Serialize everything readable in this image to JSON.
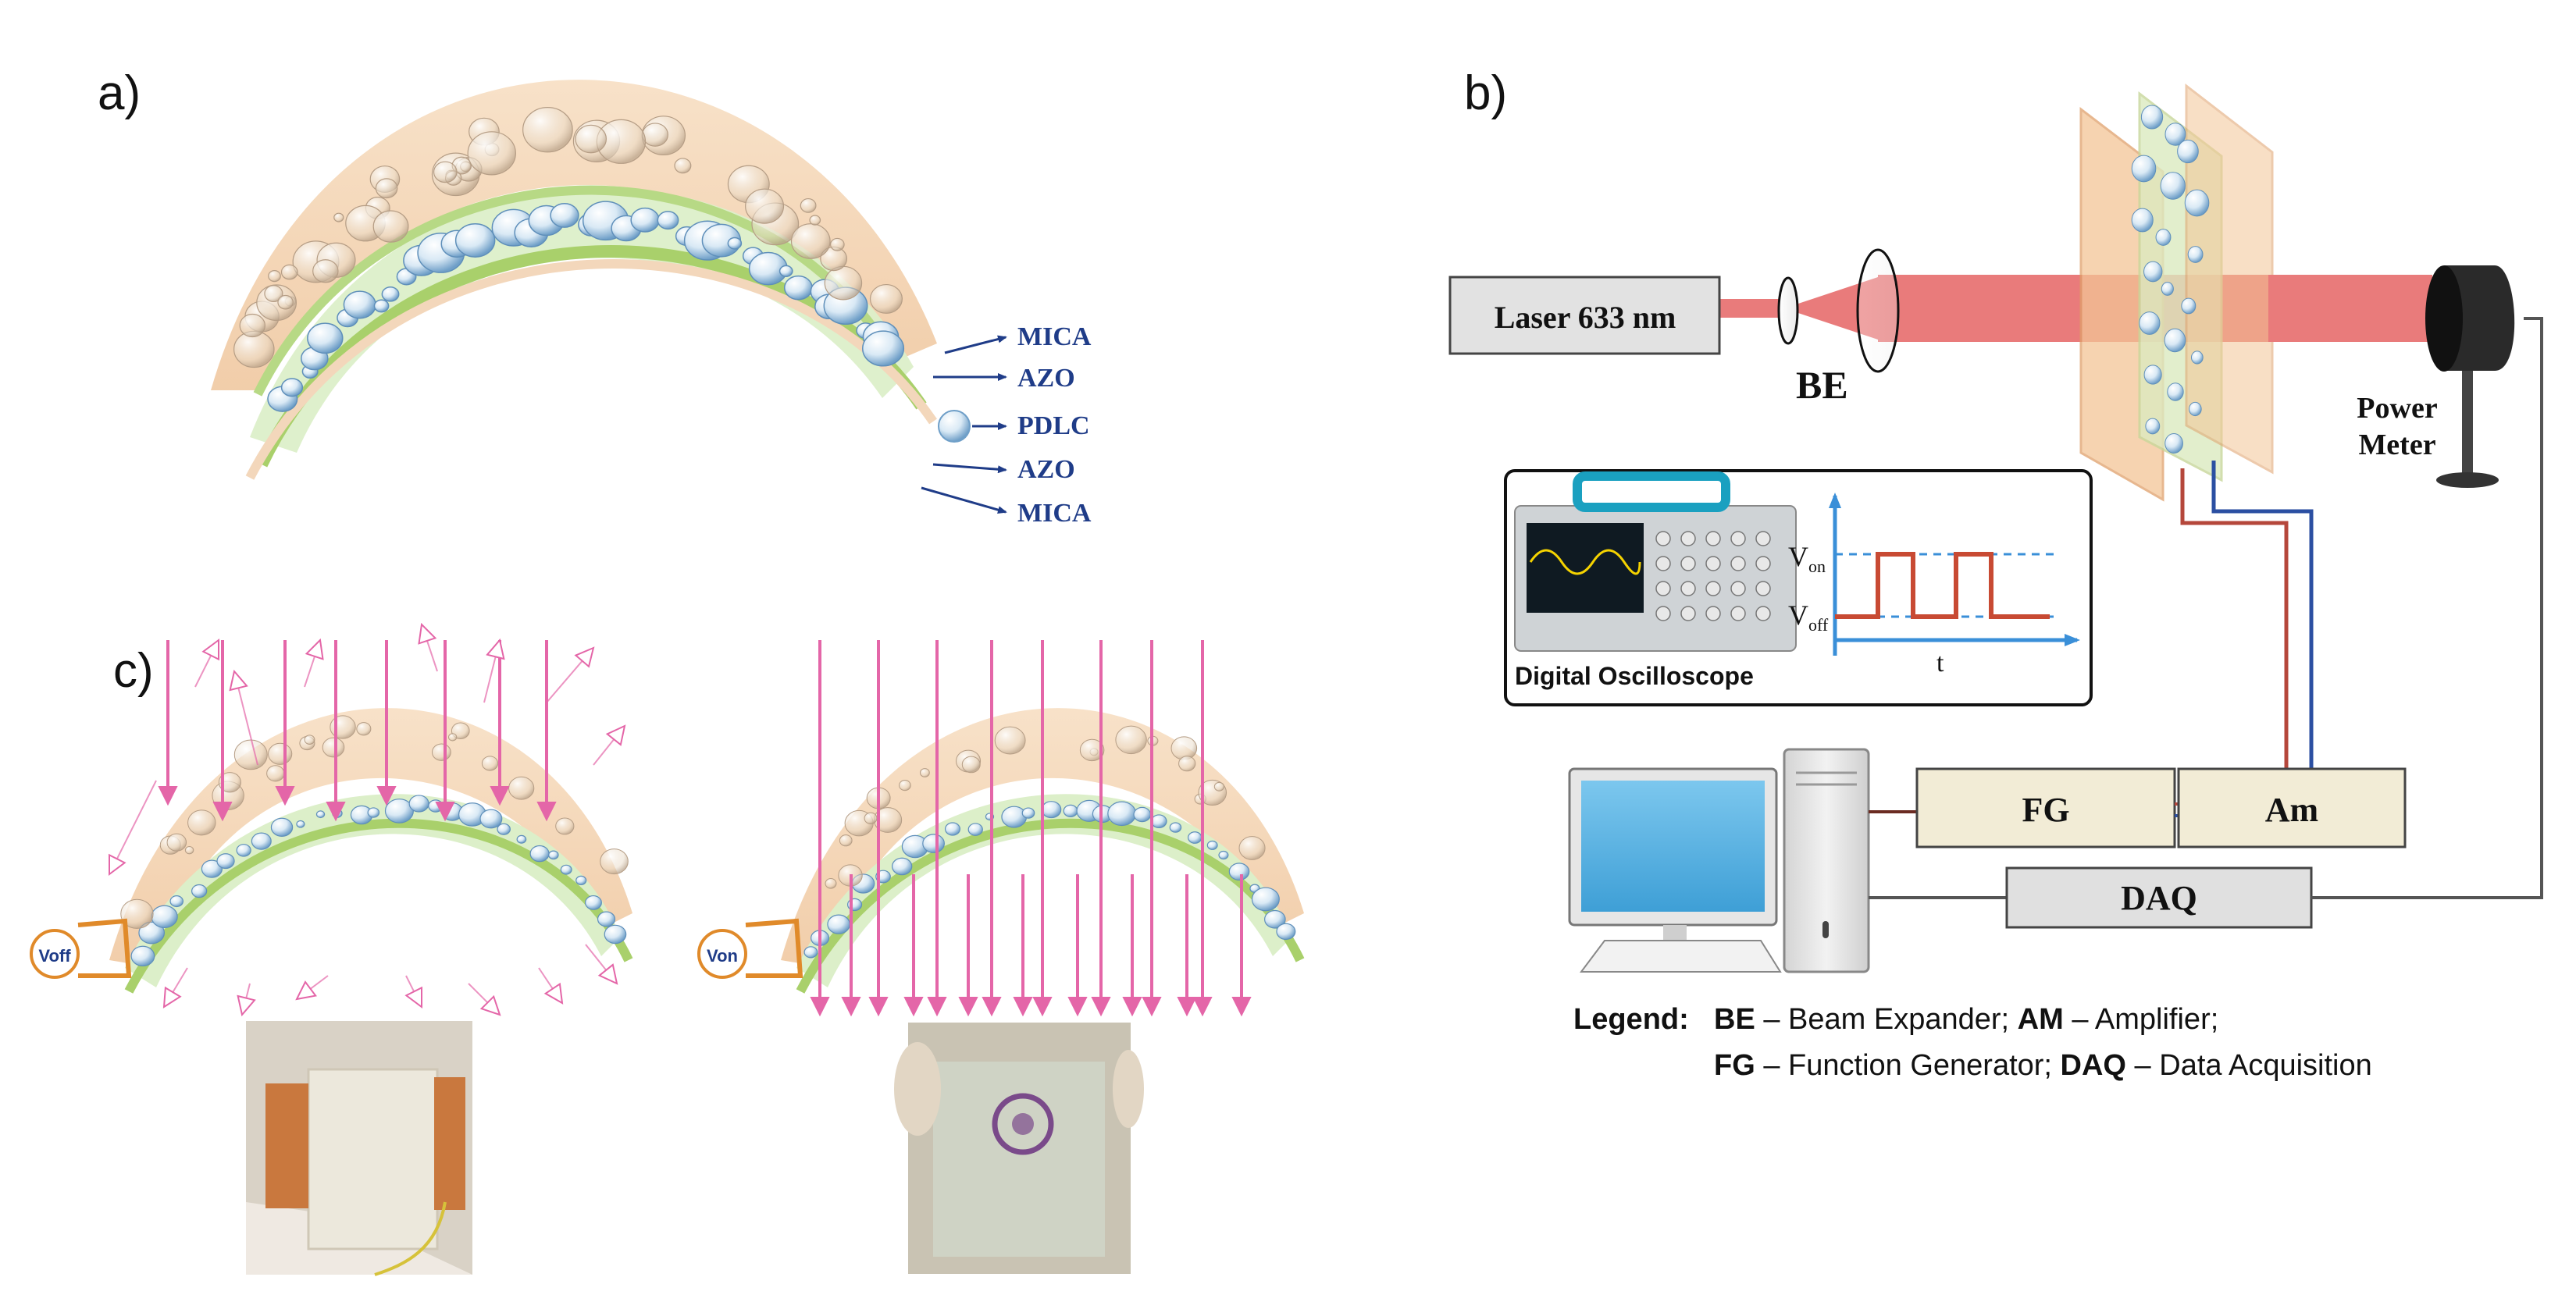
{
  "panels": {
    "a": {
      "label": "a)",
      "layers": [
        "MICA",
        "AZO",
        "PDLC",
        "AZO",
        "MICA"
      ]
    },
    "b": {
      "label": "b)",
      "laser_label": "Laser 633 nm",
      "be_label": "BE",
      "power_meter_lines": [
        "Power",
        "Meter"
      ],
      "oscilloscope_label": "Digital Oscilloscope",
      "v_on": "V",
      "v_on_sub": "on",
      "v_off": "V",
      "v_off_sub": "off",
      "t_label": "t",
      "fg_label": "FG",
      "am_label": "Am",
      "daq_label": "DAQ",
      "legend": {
        "title": "Legend:",
        "line1": [
          {
            "bold": "BE",
            "text": " – Beam Expander; "
          },
          {
            "bold": "AM",
            "text": " – Amplifier;"
          }
        ],
        "line2": [
          {
            "bold": "FG",
            "text": " – Function Generator; "
          },
          {
            "bold": "DAQ",
            "text": " – Data Acquisition"
          }
        ]
      }
    },
    "c": {
      "label": "c)",
      "left_source": "Voff",
      "right_source": "Von"
    }
  },
  "colors": {
    "mica": "#f3d2b0",
    "pdlc": "#dcefc9",
    "azo": "#a9d06b",
    "label_blue": "#1f3c88",
    "beam": "#e97b7b",
    "arrow_pink": "#e466a8",
    "electrode": "#e08a2a",
    "box_fill": "#f2ecd6",
    "daq_fill": "#e0e0e0",
    "wire_red": "#b5473b",
    "wire_blue": "#2b4fa2",
    "pulse_red": "#c84a33",
    "axis_blue": "#3a8fd8"
  }
}
